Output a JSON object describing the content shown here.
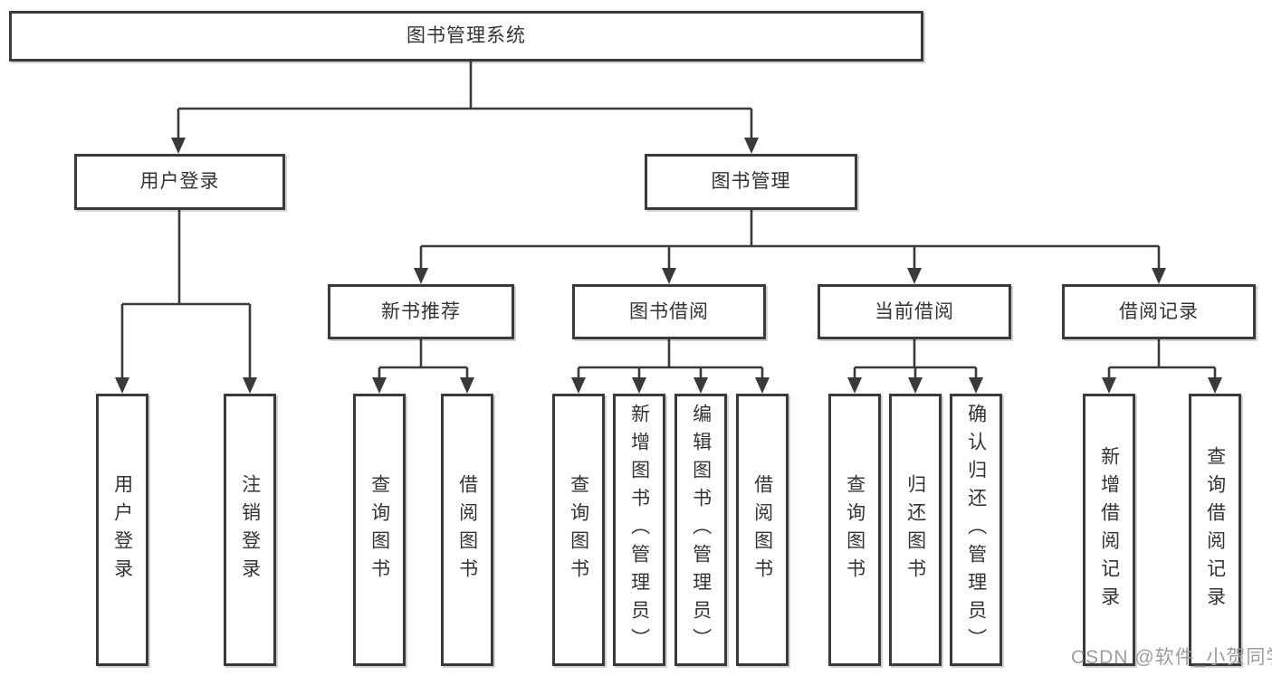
{
  "tree": {
    "root": "图书管理系统",
    "branches": [
      {
        "label": "用户登录",
        "children": [
          {
            "label": "用户登录"
          },
          {
            "label": "注销登录"
          }
        ]
      },
      {
        "label": "图书管理",
        "children": [
          {
            "label": "新书推荐",
            "children": [
              {
                "label": "查询图书"
              },
              {
                "label": "借阅图书"
              }
            ]
          },
          {
            "label": "图书借阅",
            "children": [
              {
                "label": "查询图书"
              },
              {
                "label": "新增图书（管理员）"
              },
              {
                "label": "编辑图书（管理员）"
              },
              {
                "label": "借阅图书"
              }
            ]
          },
          {
            "label": "当前借阅",
            "children": [
              {
                "label": "查询图书"
              },
              {
                "label": "归还图书"
              },
              {
                "label": "确认归还（管理员）"
              }
            ]
          },
          {
            "label": "借阅记录",
            "children": [
              {
                "label": "新增借阅记录"
              },
              {
                "label": "查询借阅记录"
              }
            ]
          }
        ]
      }
    ]
  },
  "watermark": {
    "text": "CSDN @软件_小贺同学"
  },
  "colors": {
    "line": "#3a3a3a",
    "box_border": "#3a3a3a",
    "text": "#333333",
    "background": "#ffffff",
    "watermark": "#9c9c9c"
  }
}
